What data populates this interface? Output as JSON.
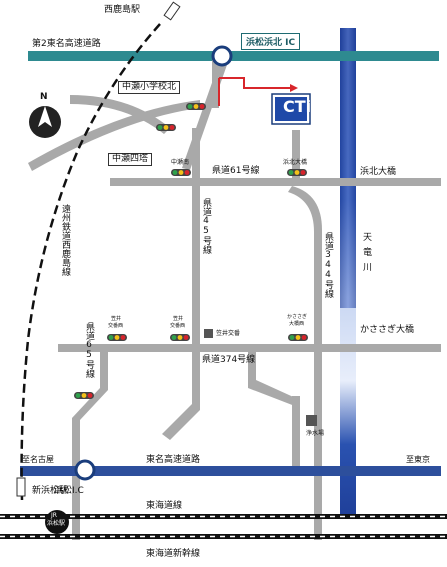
{
  "map": {
    "roads": {
      "tomei_2": "第2東名高速道路",
      "tomei": "東名高速道路",
      "tokaido": "東海道線",
      "shinkansen": "東海道新幹線",
      "route61": "県道61号線",
      "route45": "県道45号線",
      "route344": "県道344号線",
      "route374": "県道374号線",
      "route65": "県道65号線",
      "enshu_railway": "遠州鉄道西鹿島線"
    },
    "river": "天竜川",
    "bridges": {
      "hamakita": "浜北大橋",
      "kasasagi": "かささぎ大橋"
    },
    "interchanges": {
      "hamamatsu_hamakita": "浜松浜北 IC",
      "hamamatsu": "浜松I.C"
    },
    "stations": {
      "nishikajima": "西鹿島駅",
      "shin_hamamatsu": "新浜松駅",
      "jr_line1": "JR",
      "jr_line2": "浜松駅"
    },
    "directions": {
      "to_nagoya": "至名古屋",
      "to_tokyo": "至東京"
    },
    "intersections": {
      "nakaze_shogakko_kita": "中瀬小学校北",
      "nakaze_yotsuzuka": "中瀬四塔",
      "nakaze_minami": "中瀬南",
      "hamakita_ohashi": "浜北大橋",
      "kasasagi_ohashi1": "かささぎ",
      "kasasagi_ohashi2": "大橋西",
      "kasai_kobanishi1": "笠井",
      "kasai_kobanishi2": "交番西",
      "kasai_koban1": "笠井",
      "kasai_koban2": "交番西"
    },
    "landmarks": {
      "kasai_koban": "笠井交番",
      "josuijo": "浄水場"
    },
    "company": "CTi",
    "compass": "N",
    "colors": {
      "expressway": "#2e8a90",
      "tomei_blue": "#2d4f9c",
      "river": "#1f3f99",
      "road": "#a9a9a9",
      "route_red": "#d8262b"
    }
  }
}
